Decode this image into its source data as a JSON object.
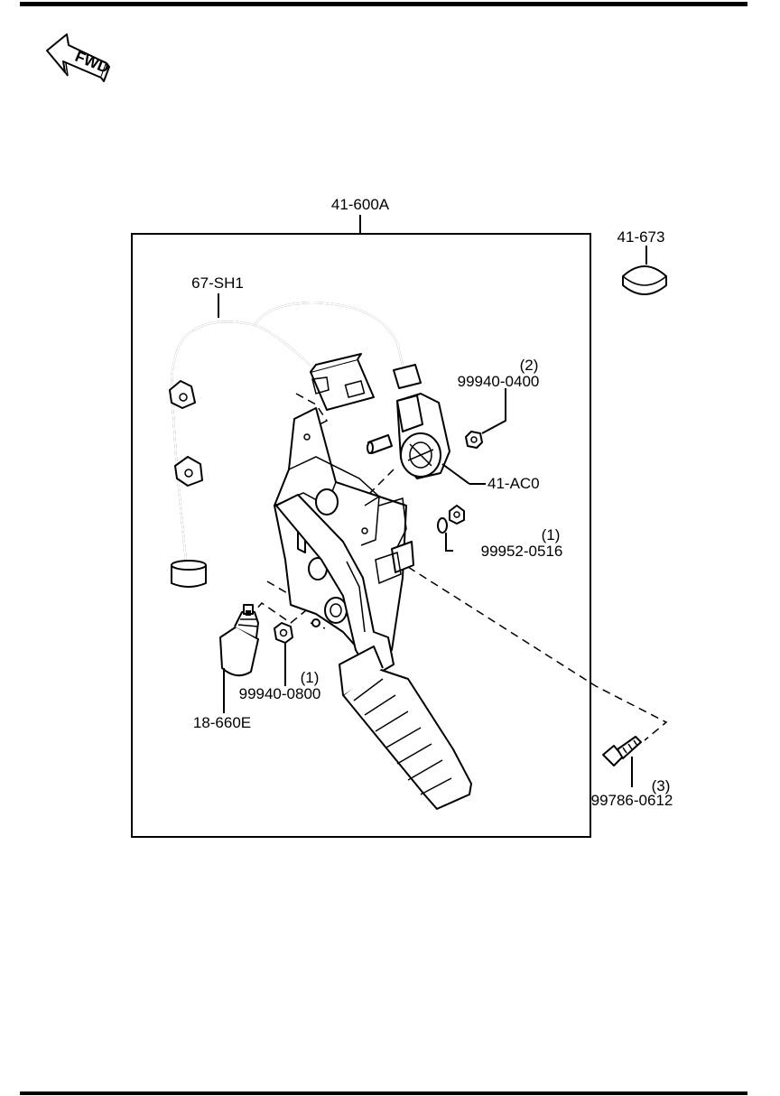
{
  "orientation": {
    "icon": "fwd-arrow-icon",
    "text": "FWD"
  },
  "labels": {
    "assembly": "41-600A",
    "cap": "41-673",
    "harness": "67-SH1",
    "nut_small": "99940-0400",
    "nut_small_qty": "(2)",
    "sensor": "41-AC0",
    "washer_nut": "99952-0516",
    "washer_nut_qty": "(1)",
    "nut_large": "99940-0800",
    "nut_large_qty": "(1)",
    "switch": "18-660E",
    "bolt": "99786-0612",
    "bolt_qty": "(3)"
  }
}
